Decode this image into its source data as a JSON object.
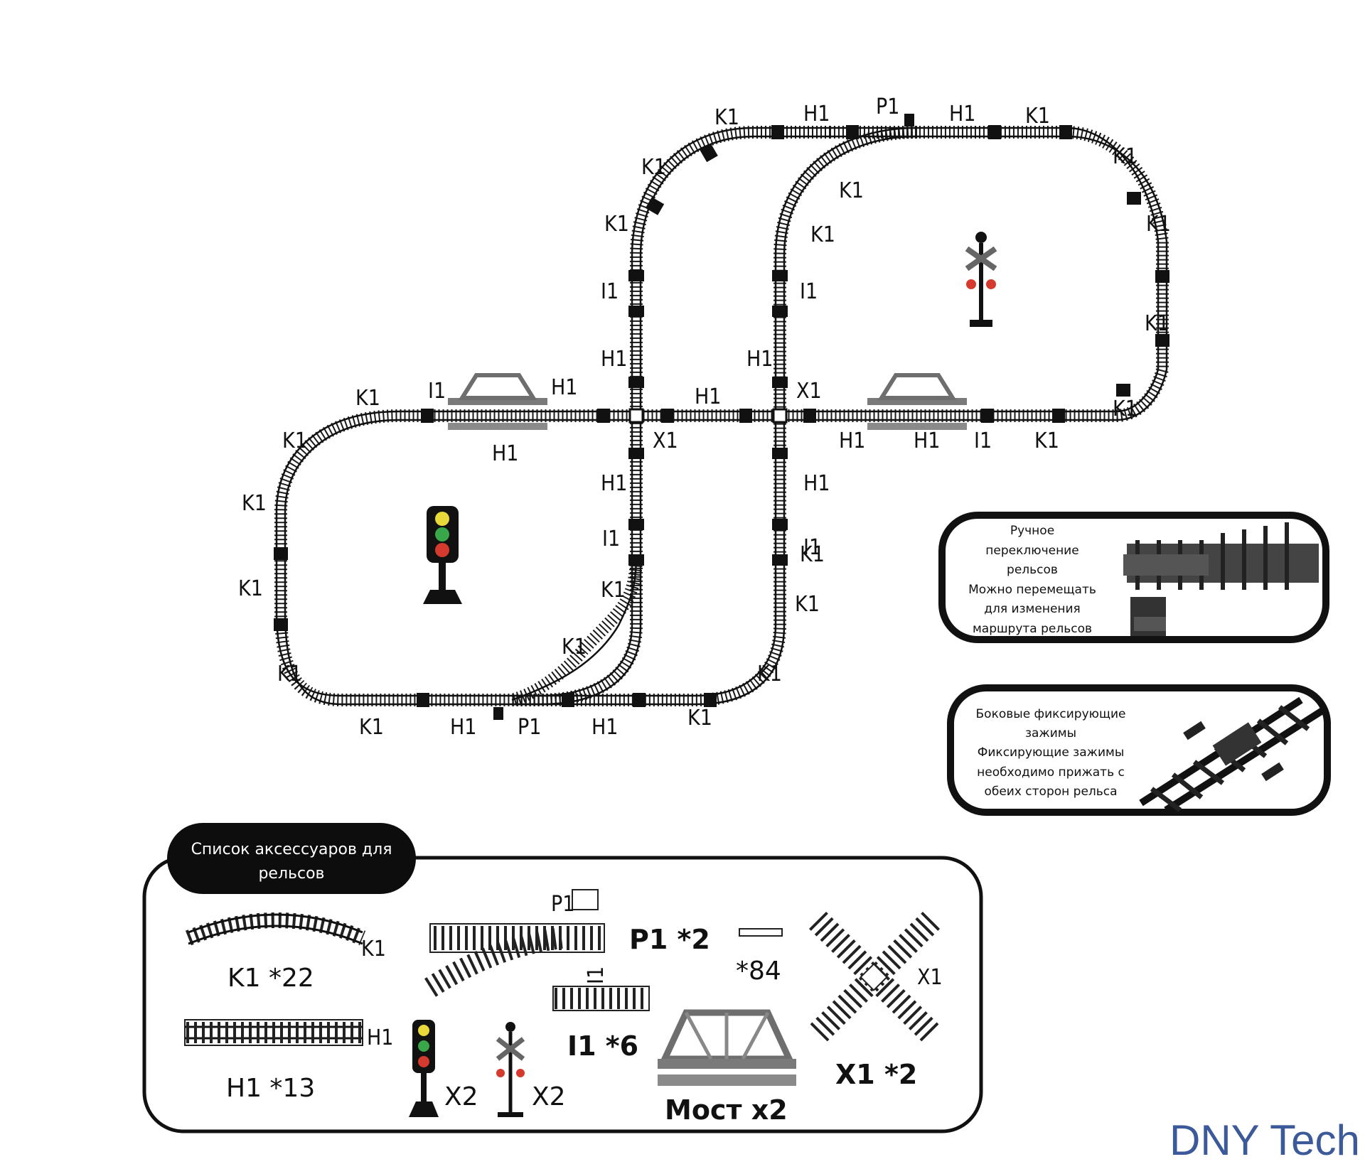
{
  "colors": {
    "track": "#111111",
    "rail_tie": "#222222",
    "bridge": "#7a7a7a",
    "brand": "#3c5a99",
    "signal_yellow": "#e8d83a",
    "signal_green": "#3aa64a",
    "signal_red": "#d43a2e"
  },
  "track_labels": {
    "top_left_loop": [
      "K1",
      "H1",
      "K1",
      "K1",
      "I1",
      "H1"
    ],
    "top_center": [
      "P1",
      "H1",
      "K1",
      "K1",
      "K1",
      "K1",
      "K1",
      "I1"
    ],
    "top_right_loop": [
      "K1",
      "K1",
      "K1",
      "K1"
    ],
    "middle_row": [
      "K1",
      "I1",
      "H1",
      "H1",
      "H1",
      "X1",
      "X1",
      "H1",
      "H1",
      "H1",
      "I1",
      "K1",
      "K1"
    ],
    "lower_left_loop": [
      "K1",
      "K1",
      "K1",
      "K1",
      "K1",
      "H1",
      "P1",
      "H1",
      "K1"
    ],
    "lower_center": [
      "H1",
      "I1",
      "K1",
      "K1",
      "H1",
      "I1",
      "K1",
      "K1",
      "K1"
    ]
  },
  "callouts": {
    "switch": {
      "lines": [
        "Ручное",
        "переключение",
        "рельсов",
        "Можно перемещать",
        "для изменения",
        "маршрута рельсов"
      ]
    },
    "clamps": {
      "lines": [
        "Боковые фиксирующие",
        "зажимы",
        "Фиксирующие зажимы",
        "необходимо прижать с",
        "обеих сторон рельса"
      ]
    }
  },
  "accessories": {
    "title_lines": [
      "Список аксессуаров для",
      "рельсов"
    ],
    "items": {
      "k1": {
        "tag": "K1",
        "count": "K1  *22"
      },
      "h1": {
        "tag": "H1",
        "count": "H1  *13"
      },
      "p1": {
        "tag": "P1",
        "count": "P1 *2"
      },
      "clip": {
        "count": "*84"
      },
      "i1": {
        "tag": "I1",
        "count": "I1 *6"
      },
      "x1": {
        "tag": "X1",
        "count": "X1 *2"
      },
      "traffic_light": {
        "count": "X2"
      },
      "crossing_signal": {
        "count": "X2"
      },
      "bridge": {
        "count": "Мост x2"
      }
    }
  },
  "brand": {
    "name": "DNY Tech"
  }
}
